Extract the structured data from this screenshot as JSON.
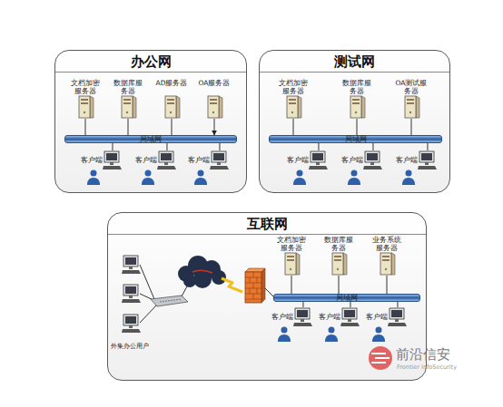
{
  "diagram": {
    "nodes": [
      {
        "text": [
          "办公网"
        ]
      },
      {
        "text": [
          "文档加密服务器"
        ],
        "in": 0
      },
      {
        "text": [
          "数据库服务器"
        ],
        "in": 0
      },
      {
        "text": [
          "AD服务器"
        ],
        "in": 0
      },
      {
        "text": [
          "OA服务器"
        ],
        "in": 0
      },
      {
        "text": [
          "局域网"
        ],
        "in": 0
      },
      {
        "text": [
          "客户端"
        ],
        "in": 0
      },
      {
        "text": [
          "客户端"
        ],
        "in": 0
      },
      {
        "text": [
          "客户端"
        ],
        "in": 0
      },
      {
        "text": [
          "测试网"
        ]
      },
      {
        "text": [
          "文档加密服务器"
        ],
        "in": 9
      },
      {
        "text": [
          "数据库服务器"
        ],
        "in": 9
      },
      {
        "text": [
          "OA测试服务器"
        ],
        "in": 9
      },
      {
        "text": [
          "局域网"
        ],
        "in": 9
      },
      {
        "text": [
          "客户端"
        ],
        "in": 9
      },
      {
        "text": [
          "客户端"
        ],
        "in": 9
      },
      {
        "text": [
          "客户端"
        ],
        "in": 9
      },
      {
        "text": [
          "互联网"
        ]
      },
      {
        "text": [
          "文档加密服务器"
        ],
        "in": 17
      },
      {
        "text": [
          "数据库服务器"
        ],
        "in": 17
      },
      {
        "text": [
          "业务系统服务器"
        ],
        "in": 17
      },
      {
        "text": [
          "局域网"
        ],
        "in": 17
      },
      {
        "text": [
          "客户端"
        ],
        "in": 17
      },
      {
        "text": [
          "客户端"
        ],
        "in": 17
      },
      {
        "text": [
          "客户端"
        ],
        "in": 17
      }
    ],
    "edges": [
      {
        "from": 1,
        "to": 5,
        "arrow": "none"
      },
      {
        "from": 2,
        "to": 5,
        "arrow": "none"
      },
      {
        "from": 3,
        "to": 5,
        "arrow": "none"
      },
      {
        "from": 4,
        "to": 5,
        "arrow": "to"
      },
      {
        "from": 6,
        "to": 5,
        "arrow": "none"
      },
      {
        "from": 7,
        "to": 5,
        "arrow": "none"
      },
      {
        "from": 8,
        "to": 5,
        "arrow": "none"
      },
      {
        "from": 10,
        "to": 13,
        "arrow": "none"
      },
      {
        "from": 11,
        "to": 13,
        "arrow": "none"
      },
      {
        "from": 12,
        "to": 13,
        "arrow": "none"
      },
      {
        "from": 14,
        "to": 13,
        "arrow": "none"
      },
      {
        "from": 15,
        "to": 13,
        "arrow": "none"
      },
      {
        "from": 16,
        "to": 13,
        "arrow": "none"
      },
      {
        "from": 18,
        "to": 21,
        "arrow": "none"
      },
      {
        "from": 19,
        "to": 21,
        "arrow": "none"
      },
      {
        "from": 20,
        "to": 21,
        "arrow": "none"
      },
      {
        "from": 22,
        "to": 21,
        "arrow": "none"
      },
      {
        "from": 23,
        "to": 21,
        "arrow": "none"
      },
      {
        "from": 24,
        "to": 21,
        "arrow": "none"
      }
    ],
    "labels": [
      "外集办公用户",
      "前沿信安",
      "Frontier InfoSecurity"
    ]
  }
}
